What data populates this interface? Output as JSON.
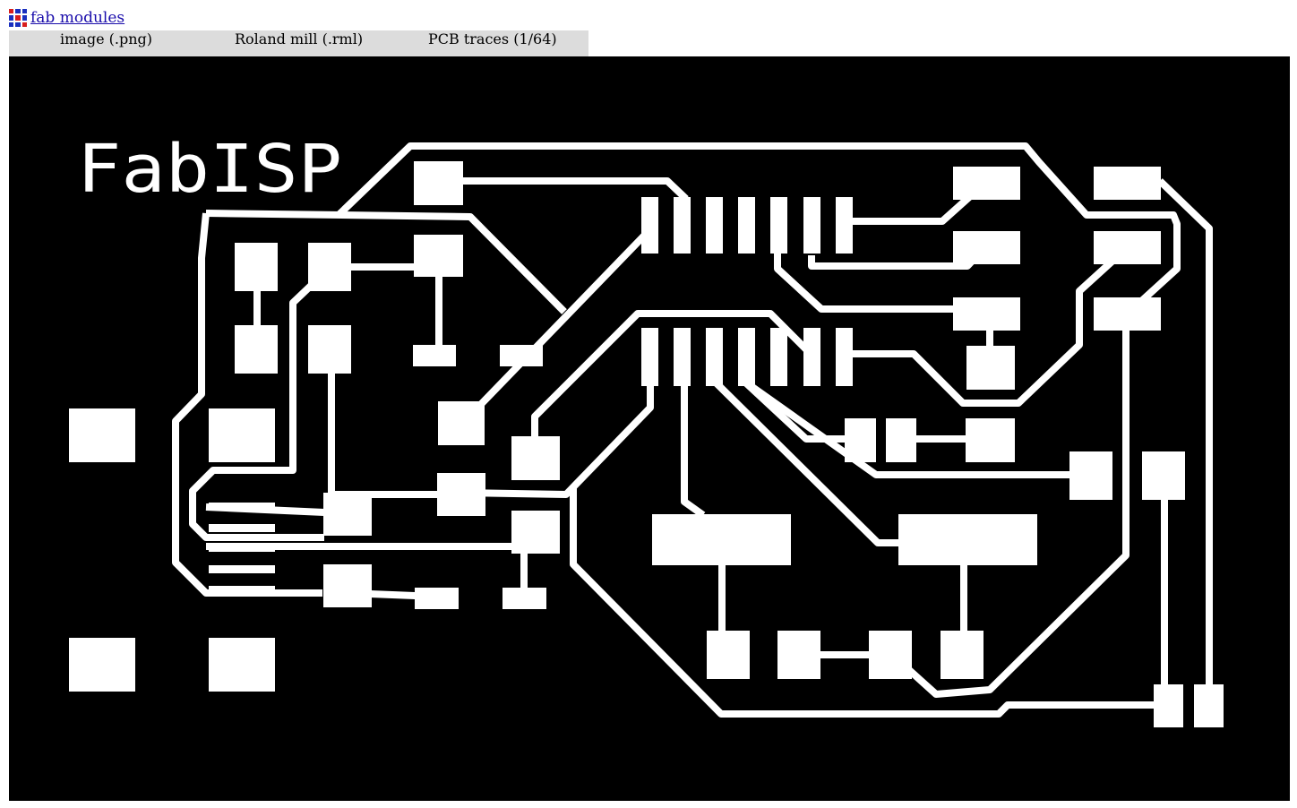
{
  "app": {
    "title": "fab modules",
    "logo_colors": [
      "#d81e1e",
      "#1a2fbf",
      "#1a2fbf",
      "#1a2fbf",
      "#d81e1e",
      "#1a2fbf",
      "#1a2fbf",
      "#1a2fbf",
      "#d81e1e"
    ]
  },
  "tabs": [
    {
      "label": "image (.png)"
    },
    {
      "label": "Roland mill (.rml)"
    },
    {
      "label": "PCB traces (1/64)"
    }
  ],
  "board": {
    "label": "FabISP",
    "trace_color": "#ffffff",
    "background_color": "#000000"
  }
}
